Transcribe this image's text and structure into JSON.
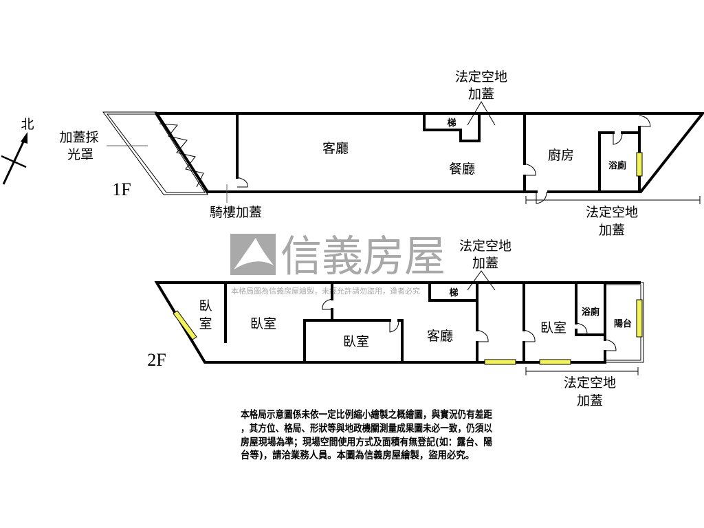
{
  "compass": {
    "label": "北"
  },
  "floor1": {
    "label": "1F",
    "rooms": {
      "living": "客廳",
      "dining": "餐廳",
      "kitchen": "廚房",
      "bath": "浴廁",
      "stairs": "梯"
    },
    "annotations": {
      "skylight_1": "加蓋採",
      "skylight_2": "光罩",
      "arcade": "騎樓加蓋",
      "top_1": "法定空地",
      "top_2": "加蓋",
      "bottom_1": "法定空地",
      "bottom_2": "加蓋"
    }
  },
  "floor2": {
    "label": "2F",
    "rooms": {
      "bed1a": "臥",
      "bed1b": "室",
      "bed2": "臥室",
      "bed3": "臥室",
      "living": "客廳",
      "bed4": "臥室",
      "bath": "浴廁",
      "balcony": "陽台",
      "stairs": "梯"
    },
    "annotations": {
      "top_1": "法定空地",
      "top_2": "加蓋",
      "bottom_1": "法定空地",
      "bottom_2": "加蓋"
    }
  },
  "watermark": {
    "brand": "信義房屋",
    "notice": "本格局圖為信義房屋繪製，未經允許請勿盜用，違者必究"
  },
  "disclaimer": [
    "本格局示意圖係未依一定比例縮小繪製之概繪圖，與實況仍有差距",
    "，其方位、格局、形狀等與地政機關測量成果圖未必一致，仍須以",
    "房屋現場為準；現場空間使用方式及面積有無登記(如：露台、陽",
    "台等)，請洽業務人員。本圖為信義房屋繪製，盜用必究。"
  ],
  "colors": {
    "window": "#f2f25a",
    "watermark": "#9a9a9a"
  }
}
